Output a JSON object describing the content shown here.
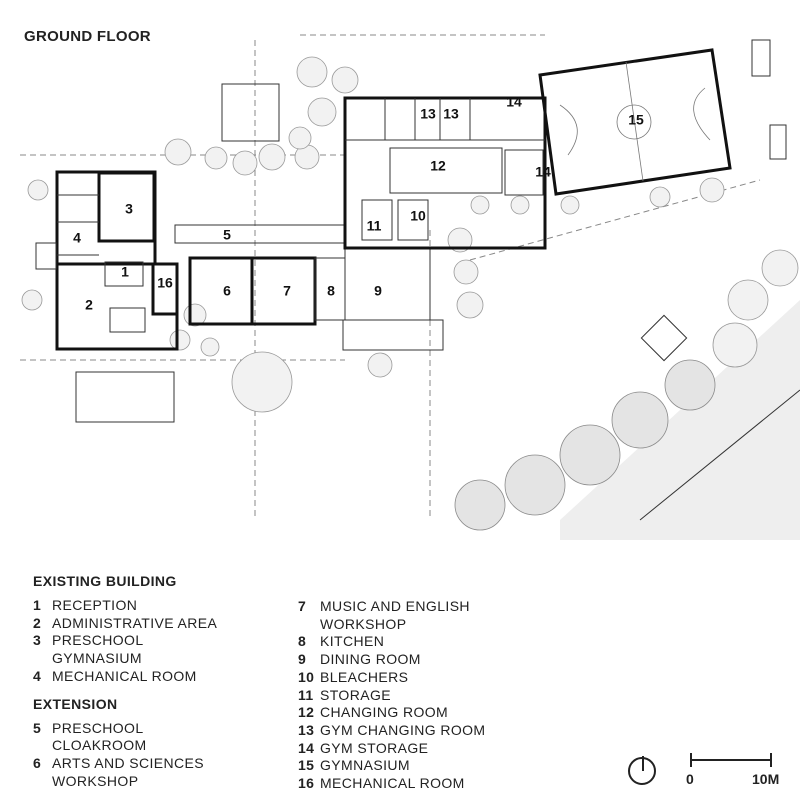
{
  "title": "GROUND FLOOR",
  "room_numbers": {
    "r1": "1",
    "r2": "2",
    "r3": "3",
    "r4": "4",
    "r5": "5",
    "r6": "6",
    "r7": "7",
    "r8": "8",
    "r9": "9",
    "r10": "10",
    "r11": "11",
    "r12": "12",
    "r13a": "13",
    "r13b": "13",
    "r14a": "14",
    "r14b": "14",
    "r15": "15",
    "r16": "16"
  },
  "legend": {
    "existing_heading": "EXISTING BUILDING",
    "existing": [
      {
        "num": "1",
        "label": "RECEPTION"
      },
      {
        "num": "2",
        "label": "ADMINISTRATIVE AREA"
      },
      {
        "num": "3",
        "label": "PRESCHOOL\nGYMNASIUM"
      },
      {
        "num": "4",
        "label": "MECHANICAL ROOM"
      }
    ],
    "extension_heading": "EXTENSION",
    "extension_left": [
      {
        "num": "5",
        "label": "PRESCHOOL\nCLOAKROOM"
      },
      {
        "num": "6",
        "label": "ARTS AND SCIENCES\nWORKSHOP"
      }
    ],
    "extension_right": [
      {
        "num": "7",
        "label": "MUSIC AND ENGLISH\nWORKSHOP"
      },
      {
        "num": "8",
        "label": "KITCHEN"
      },
      {
        "num": "9",
        "label": "DINING ROOM"
      },
      {
        "num": "10",
        "label": "BLEACHERS"
      },
      {
        "num": "11",
        "label": "STORAGE"
      },
      {
        "num": "12",
        "label": "CHANGING ROOM"
      },
      {
        "num": "13",
        "label": "GYM CHANGING ROOM"
      },
      {
        "num": "14",
        "label": "GYM STORAGE"
      },
      {
        "num": "15",
        "label": "GYMNASIUM"
      },
      {
        "num": "16",
        "label": "MECHANICAL ROOM"
      }
    ]
  },
  "scale": {
    "zero": "0",
    "ten": "10M"
  }
}
